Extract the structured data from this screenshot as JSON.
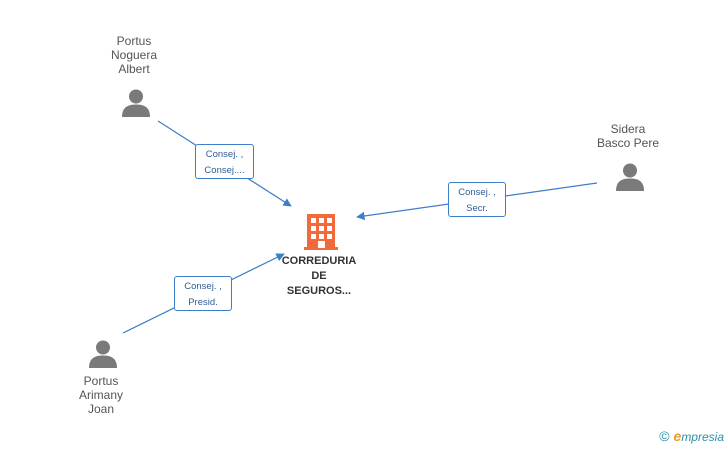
{
  "colors": {
    "edge": "#3d7ec9",
    "person": "#7a7a7a",
    "company": "#f26a3b"
  },
  "nodes": {
    "company": {
      "name": [
        "CORREDURIA",
        "DE",
        "SEGUROS..."
      ],
      "icon": "building-icon"
    },
    "person_1": {
      "name": [
        "Portus",
        "Noguera",
        "Albert"
      ],
      "icon": "person-icon"
    },
    "person_2": {
      "name": [
        "Sidera",
        "Basco Pere"
      ],
      "icon": "person-icon"
    },
    "person_3": {
      "name": [
        "Portus",
        "Arimany",
        "Joan"
      ],
      "icon": "person-icon"
    }
  },
  "relations": {
    "rel_1": [
      "Consej. ,",
      "Consej...."
    ],
    "rel_2": [
      "Consej. ,",
      "Secr."
    ],
    "rel_3": [
      "Consej. ,",
      "Presid."
    ]
  },
  "footer": {
    "copyright": "©",
    "brand_e": "e",
    "brand_rest": "mpresia"
  }
}
